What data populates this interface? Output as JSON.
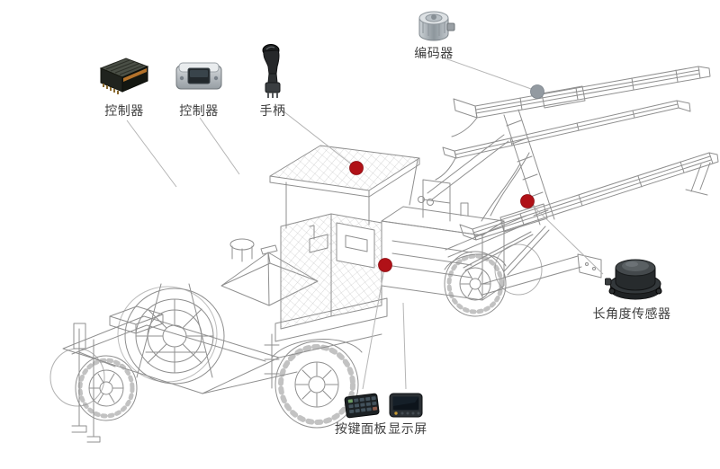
{
  "labels": {
    "controller1": "控制器",
    "controller2": "控制器",
    "handle": "手柄",
    "encoder": "编码器",
    "angle_sensor": "长角度传感器",
    "keypad": "按键面板",
    "display": "显示屏"
  },
  "markers": {
    "cab_roof": {
      "color": "#b01117"
    },
    "chassis_mid": {
      "color": "#b01117"
    },
    "boom": {
      "color": "#b01117"
    },
    "encoder_mount": {
      "color": "#939aa1"
    }
  },
  "colors": {
    "background": "#ffffff",
    "marker_red": "#b01117",
    "marker_gray": "#939aa1",
    "leader_line": "#b5b5b5",
    "wireframe_stroke": "#8f8f8f",
    "label_text": "#3f3f3f"
  }
}
